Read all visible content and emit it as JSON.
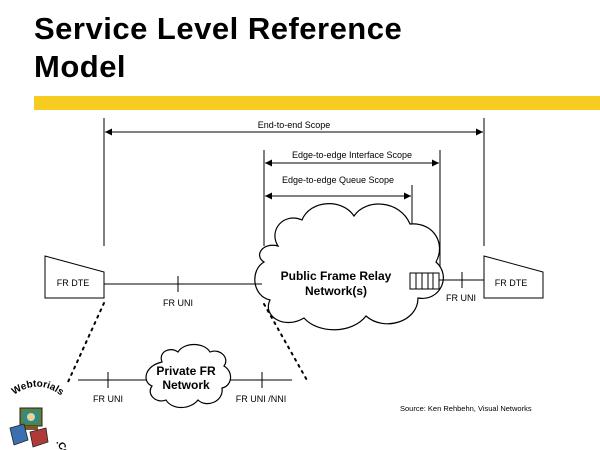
{
  "slide": {
    "title": "Service Level Reference\nModel",
    "accent_color": "#f5cc1f"
  },
  "scopes": {
    "end_to_end": "End-to-end Scope",
    "edge_interface": "Edge-to-edge Interface Scope",
    "edge_queue": "Edge-to-edge Queue Scope"
  },
  "devices": {
    "left_dte": "FR DTE",
    "right_dte": "FR DTE"
  },
  "interfaces": {
    "left_uni": "FR UNI",
    "right_uni": "FR UNI",
    "private_uni": "FR UNI",
    "private_nni": "FR UNI /NNI"
  },
  "clouds": {
    "public_line1": "Public Frame Relay",
    "public_line2": "Network(s)",
    "private_line1": "Private FR",
    "private_line2": "Network"
  },
  "source": "Source: Ken Rehbehn, Visual Networks",
  "logo": {
    "text_top": "Webtorials",
    "text_bottom": ".Com"
  }
}
